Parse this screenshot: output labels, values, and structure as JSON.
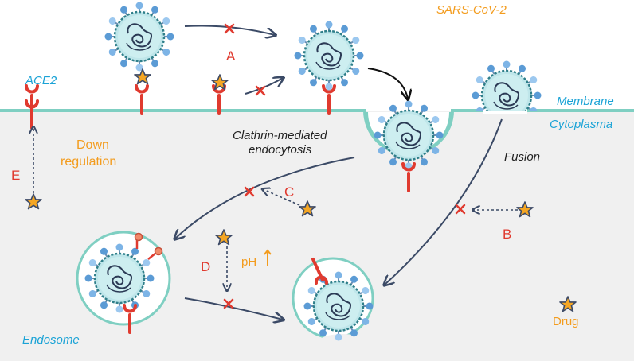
{
  "labels": {
    "virus": "SARS-CoV-2",
    "receptor": "ACE2",
    "membrane": "Membrane",
    "cytoplasm": "Cytoplasma",
    "clathrin_line1": "Clathrin-mediated",
    "clathrin_line2": "endocytosis",
    "fusion": "Fusion",
    "down_line1": "Down",
    "down_line2": "regulation",
    "ph": "pH",
    "endosome": "Endosome",
    "drug": "Drug"
  },
  "steps": {
    "a": "A",
    "b": "B",
    "c": "C",
    "d": "D",
    "e": "E"
  },
  "colors": {
    "membrane": "#7fcfc2",
    "cytoplasm": "#f0f0f0",
    "receptor": "#e03a2f",
    "virus_body": "#bfe6ea",
    "spike": "#5b9bd5",
    "label_blue": "#1ba3d6",
    "label_orange": "#f39c1e",
    "block_x": "#e03a2f",
    "drug_star": "#f5a623",
    "arrow": "#3b4a66"
  },
  "icons": {
    "drug": "star-icon",
    "block": "x-mark-icon",
    "receptor": "y-receptor-icon",
    "virus": "coronavirus-particle-icon"
  }
}
